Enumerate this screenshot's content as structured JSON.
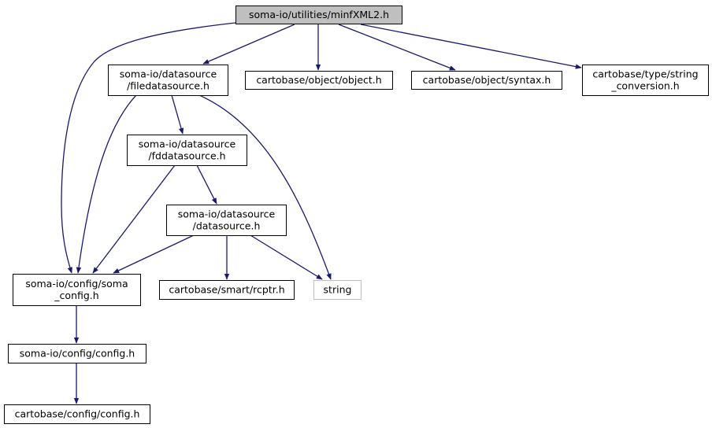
{
  "colors": {
    "edge": "#191970",
    "node_border": "#000000",
    "root_fill": "#bfbfbf",
    "node_fill": "#ffffff",
    "missing_border": "#bfbfbf"
  },
  "nodes": {
    "root": {
      "lines": [
        "soma-io/utilities/minfXML2.h"
      ]
    },
    "filedatasource": {
      "lines": [
        "soma-io/datasource",
        "/filedatasource.h"
      ]
    },
    "object": {
      "lines": [
        "cartobase/object/object.h"
      ]
    },
    "syntax": {
      "lines": [
        "cartobase/object/syntax.h"
      ]
    },
    "string_conversion": {
      "lines": [
        "cartobase/type/string",
        "_conversion.h"
      ]
    },
    "fddatasource": {
      "lines": [
        "soma-io/datasource",
        "/fddatasource.h"
      ]
    },
    "datasource": {
      "lines": [
        "soma-io/datasource",
        "/datasource.h"
      ]
    },
    "soma_config": {
      "lines": [
        "soma-io/config/soma",
        "_config.h"
      ]
    },
    "rcptr": {
      "lines": [
        "cartobase/smart/rcptr.h"
      ]
    },
    "string": {
      "lines": [
        "string"
      ]
    },
    "config": {
      "lines": [
        "soma-io/config/config.h"
      ]
    },
    "cartobase_config": {
      "lines": [
        "cartobase/config/config.h"
      ]
    }
  },
  "edges": [
    {
      "from": "root",
      "to": "filedatasource"
    },
    {
      "from": "root",
      "to": "object"
    },
    {
      "from": "root",
      "to": "syntax"
    },
    {
      "from": "root",
      "to": "string_conversion"
    },
    {
      "from": "root",
      "to": "soma_config"
    },
    {
      "from": "filedatasource",
      "to": "fddatasource"
    },
    {
      "from": "filedatasource",
      "to": "soma_config"
    },
    {
      "from": "filedatasource",
      "to": "string"
    },
    {
      "from": "fddatasource",
      "to": "datasource"
    },
    {
      "from": "fddatasource",
      "to": "soma_config"
    },
    {
      "from": "datasource",
      "to": "soma_config"
    },
    {
      "from": "datasource",
      "to": "rcptr"
    },
    {
      "from": "datasource",
      "to": "string"
    },
    {
      "from": "soma_config",
      "to": "config"
    },
    {
      "from": "config",
      "to": "cartobase_config"
    }
  ]
}
